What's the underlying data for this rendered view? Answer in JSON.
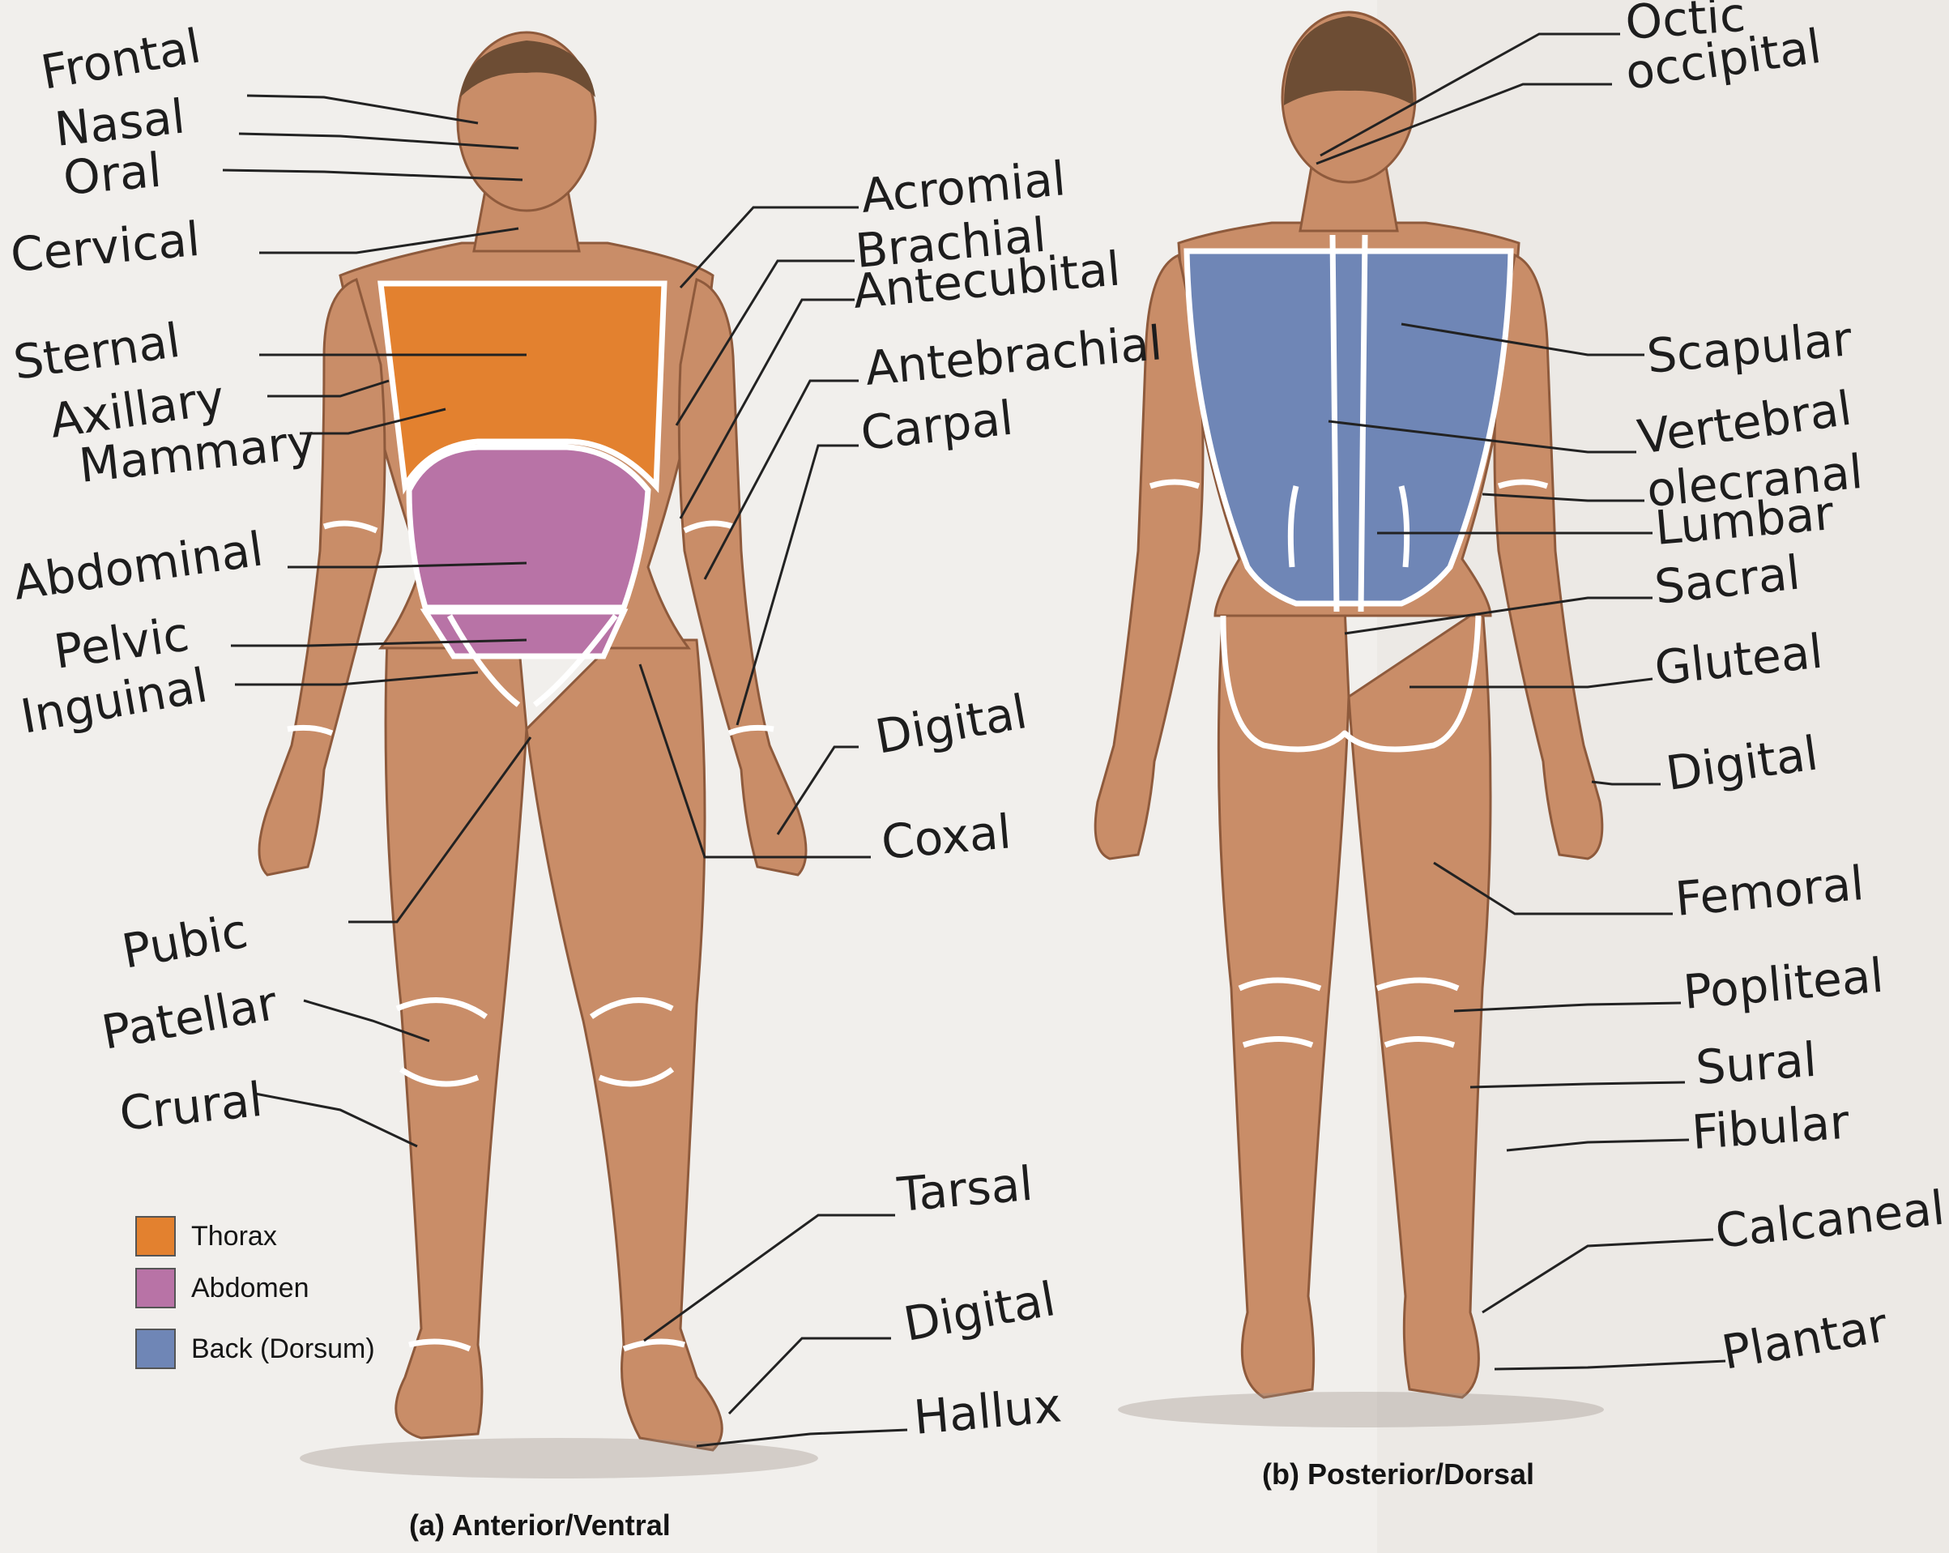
{
  "captions": {
    "anterior": "(a) Anterior/Ventral",
    "posterior": "(b) Posterior/Dorsal"
  },
  "legend": [
    {
      "label": "Thorax",
      "color": "#e3812f"
    },
    {
      "label": "Abdomen",
      "color": "#b873a6"
    },
    {
      "label": "Back (Dorsum)",
      "color": "#6f86b6"
    }
  ],
  "anterior_labels": [
    "Frontal",
    "Nasal",
    "Oral",
    "Cervical",
    "Sternal",
    "Axillary",
    "Mammary",
    "Abdominal",
    "Pelvic",
    "Inguinal",
    "Pubic",
    "Patellar",
    "Crural",
    "Acromial",
    "Brachial",
    "Antecubital",
    "Antebrachial",
    "Carpal",
    "Digital",
    "Coxal",
    "Tarsal",
    "Digital",
    "Hallux"
  ],
  "posterior_labels": [
    "Octic",
    "occipital",
    "Scapular",
    "Vertebral",
    "olecranal",
    "Lumbar",
    "Sacral",
    "Gluteal",
    "Digital",
    "Femoral",
    "Popliteal",
    "Sural",
    "Fibular",
    "Calcaneal",
    "Plantar"
  ]
}
